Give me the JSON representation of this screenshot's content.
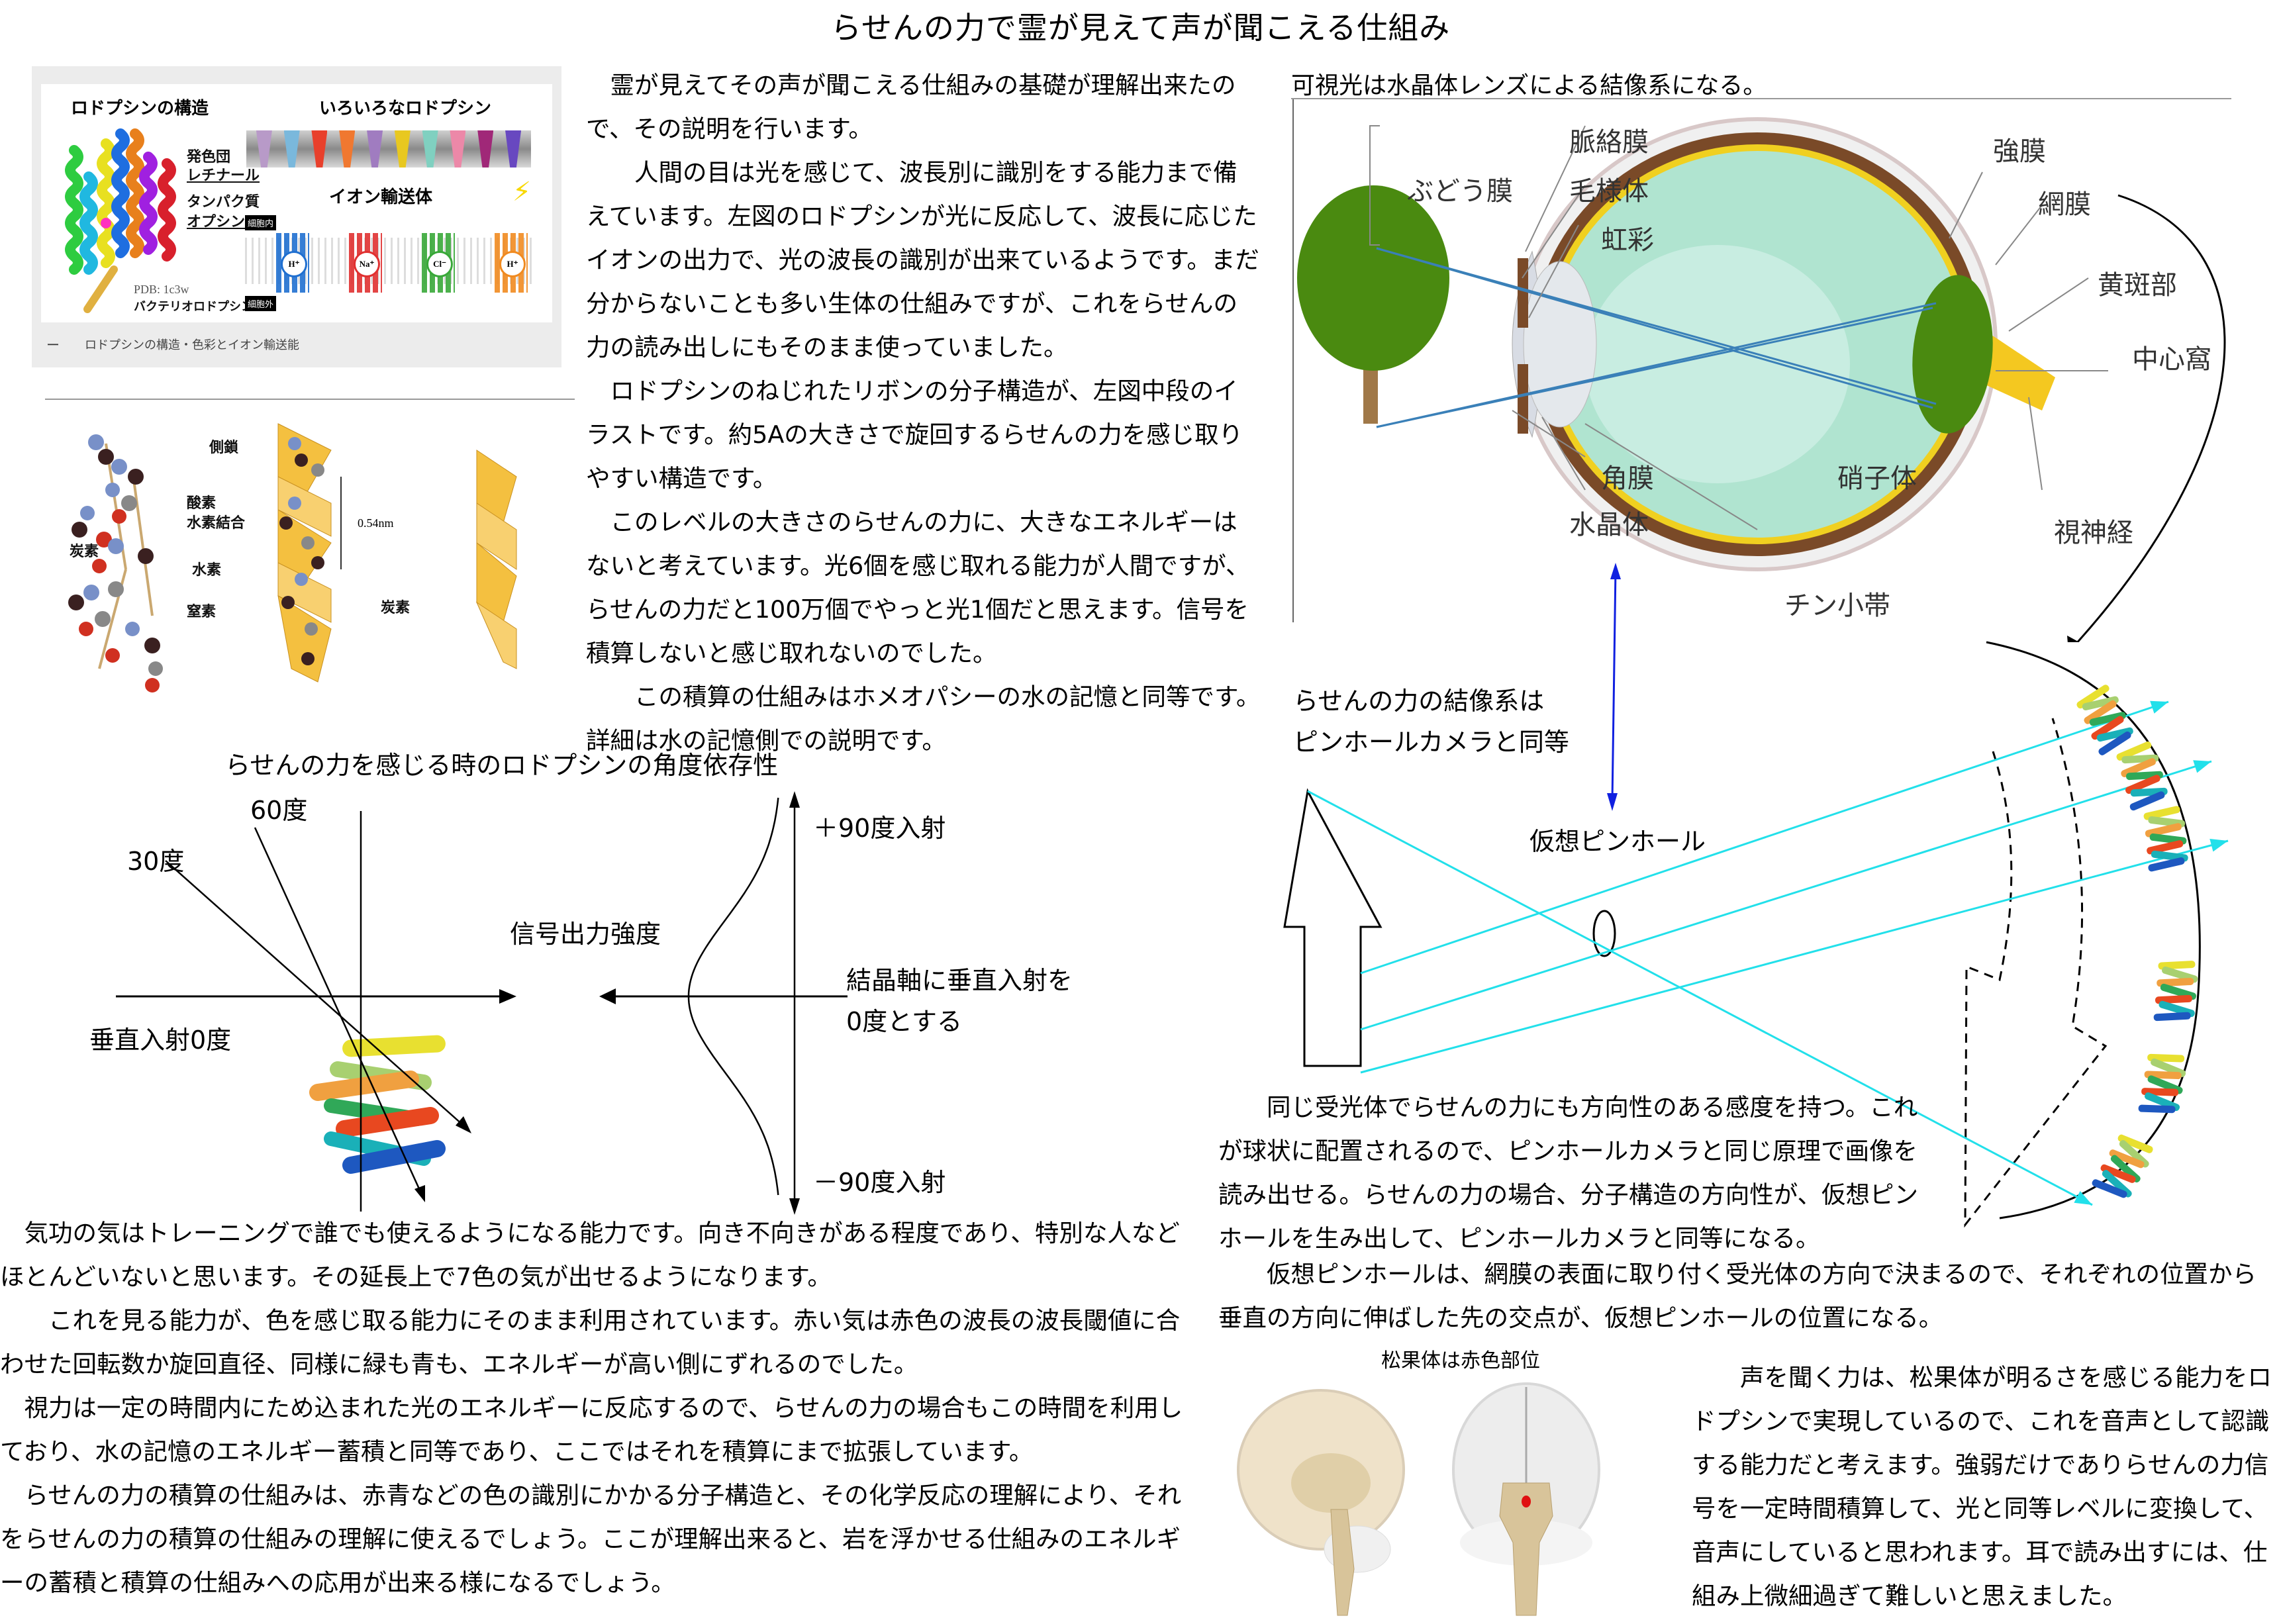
{
  "page": {
    "title": "らせんの力で霊が見えて声が聞こえる仕組み"
  },
  "rhodopsin_figure": {
    "structure_title": "ロドプシンの構造",
    "variety_title": "いろいろなロドプシン",
    "ion_title": "イオン輸送体",
    "chromophore_label": "発色団",
    "retinal_label": "レチナール",
    "protein_label": "タンパク質",
    "opsin_label": "オプシン",
    "pdb_label": "PDB: 1c3w",
    "bacteria_label": "バクテリオロドプシン",
    "inside_label": "細胞内",
    "outside_label": "細胞外",
    "ions": [
      "H⁺",
      "Na⁺",
      "Cl⁻",
      "H⁺"
    ],
    "ion_colors": [
      "#1f6fd0",
      "#e03030",
      "#38a838",
      "#f08a20"
    ],
    "tube_colors": [
      "#b89ac8",
      "#7ab8dc",
      "#e8402c",
      "#f07830",
      "#a07cc0",
      "#e8c820",
      "#80d0c0",
      "#ec88a8",
      "#a02878",
      "#6848c0"
    ],
    "caption_dash": "ー",
    "caption": "ロドプシンの構造・色彩とイオン輸送能"
  },
  "helix_figure": {
    "labels": {
      "side_chain": "側鎖",
      "oxygen": "酸素",
      "hydrogen_bond": "水素結合",
      "carbon_left": "炭素",
      "hydrogen": "水素",
      "nitrogen": "窒素",
      "pitch": "0.54nm",
      "carbon_mid": "炭素"
    }
  },
  "intro_text": {
    "paragraphs": [
      "　霊が見えてその声が聞こえる仕組みの基礎が理解出来たので、その説明を行います。",
      "　　人間の目は光を感じて、波長別に識別をする能力まで備えています。左図のロドプシンが光に反応して、波長に応じたイオンの出力で、光の波長の識別が出来ているようです。まだ分からないことも多い生体の仕組みですが、これをらせんの力の読み出しにもそのまま使っていました。",
      "　ロドプシンのねじれたリボンの分子構造が、左図中段のイラストです。約5Aの大きさで旋回するらせんの力を感じ取りやすい構造です。",
      "　このレベルの大きさのらせんの力に、大きなエネルギーはないと考えています。光6個を感じ取れる能力が人間ですが、らせんの力だと100万個でやっと光1個だと思えます。信号を積算しないと感じ取れないのでした。",
      "　　この積算の仕組みはホメオパシーの水の記憶と同等です。詳細は水の記憶側での説明です。"
    ]
  },
  "angle_diagram": {
    "title": "らせんの力を感じる時のロドプシンの角度依存性",
    "label_60": "60度",
    "label_30": "30度",
    "label_0": "垂直入射0度",
    "signal_label": "信号出力強度",
    "plus90": "＋90度入射",
    "minus90": "－90度入射",
    "axis_note_line1": "結晶軸に垂直入射を",
    "axis_note_line2": "0度とする"
  },
  "qigong_text": {
    "paragraphs": [
      "　気功の気はトレーニングで誰でも使えるようになる能力です。向き不向きがある程度であり、特別な人などほとんどいないと思います。その延長上で7色の気が出せるようになります。",
      "　　これを見る能力が、色を感じ取る能力にそのまま利用されています。赤い気は赤色の波長の波長閾値に合わせた回転数か旋回直径、同様に緑も青も、エネルギーが高い側にずれるのでした。",
      "　視力は一定の時間内にため込まれた光のエネルギーに反応するので、らせんの力の場合もこの時間を利用しており、水の記憶のエネルギー蓄積と同等であり、ここではそれを積算にまで拡張しています。",
      "　らせんの力の積算の仕組みは、赤青などの色の識別にかかる分子構造と、その化学反応の理解により、それをらせんの力の積算の仕組みの理解に使えるでしょう。ここが理解出来ると、岩を浮かせる仕組みのエネルギーの蓄積と積算の仕組みへの応用が出来る様になるでしょう。"
    ]
  },
  "eye_diagram": {
    "heading": "可視光は水晶体レンズによる結像系になる。",
    "uvea_label": "ぶどう膜",
    "labels": {
      "choroid": "脈絡膜",
      "ciliary": "毛様体",
      "iris": "虹彩",
      "sclera": "強膜",
      "retina": "網膜",
      "macula": "黄斑部",
      "fovea": "中心窩",
      "cornea": "角膜",
      "lens": "水晶体",
      "vitreous": "硝子体",
      "optic_nerve": "視神経",
      "zonule": "チン小帯"
    }
  },
  "pinhole_diagram": {
    "label_line1": "らせんの力の結像系は",
    "label_line2": "ピンホールカメラと同等",
    "pinhole_label": "仮想ピンホール",
    "ray_color": "#22e0ea",
    "pointer_color": "#1020e0",
    "receptor_count": 6
  },
  "pinhole_text": {
    "paragraphs": [
      "　　同じ受光体でらせんの力にも方向性のある感度を持つ。これが球状に配置されるので、ピンホールカメラと同じ原理で画像を読み出せる。らせんの力の場合、分子構造の方向性が、仮想ピンホールを生み出して、ピンホールカメラと同等になる。",
      "　　仮想ピンホールは、網膜の表面に取り付く受光体の方向で決まるので、それぞれの位置から垂直の方向に伸ばした先の交点が、仮想ピンホールの位置になる。"
    ]
  },
  "brain_figure": {
    "caption": "松果体は赤色部位",
    "highlight_color": "#e01010"
  },
  "voice_text": {
    "paragraphs": [
      "　　声を聞く力は、松果体が明るさを感じる能力をロドプシンで実現しているので、これを音声として認識する能力だと考えます。強弱だけでありらせんの力信号を一定時間積算して、光と同等レベルに変換して、音声にしていると思われます。耳で読み出すには、仕組み上微細過ぎて難しいと思えました。"
    ]
  }
}
